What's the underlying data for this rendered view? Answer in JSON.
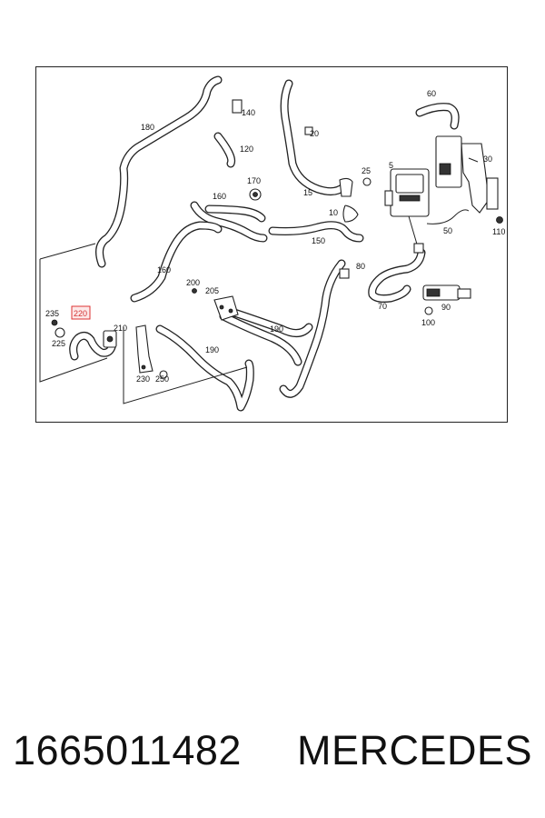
{
  "diagram": {
    "callouts": {
      "c5": "5",
      "c10": "10",
      "c15": "15",
      "c20": "20",
      "c25": "25",
      "c30": "30",
      "c50": "50",
      "c60": "60",
      "c70": "70",
      "c80": "80",
      "c90": "90",
      "c100": "100",
      "c110": "110",
      "c120": "120",
      "c140": "140",
      "c150": "150",
      "c160a": "160",
      "c160b": "160",
      "c170": "170",
      "c180": "180",
      "c190a": "190",
      "c190b": "190",
      "c200": "200",
      "c205": "205",
      "c210": "210",
      "c220": "220",
      "c225": "225",
      "c230": "230",
      "c235": "235",
      "c250": "250"
    },
    "highlighted_callout": "220",
    "highlight_color": "#d33333"
  },
  "footer": {
    "part_number": "1665011482",
    "brand": "MERCEDES"
  }
}
